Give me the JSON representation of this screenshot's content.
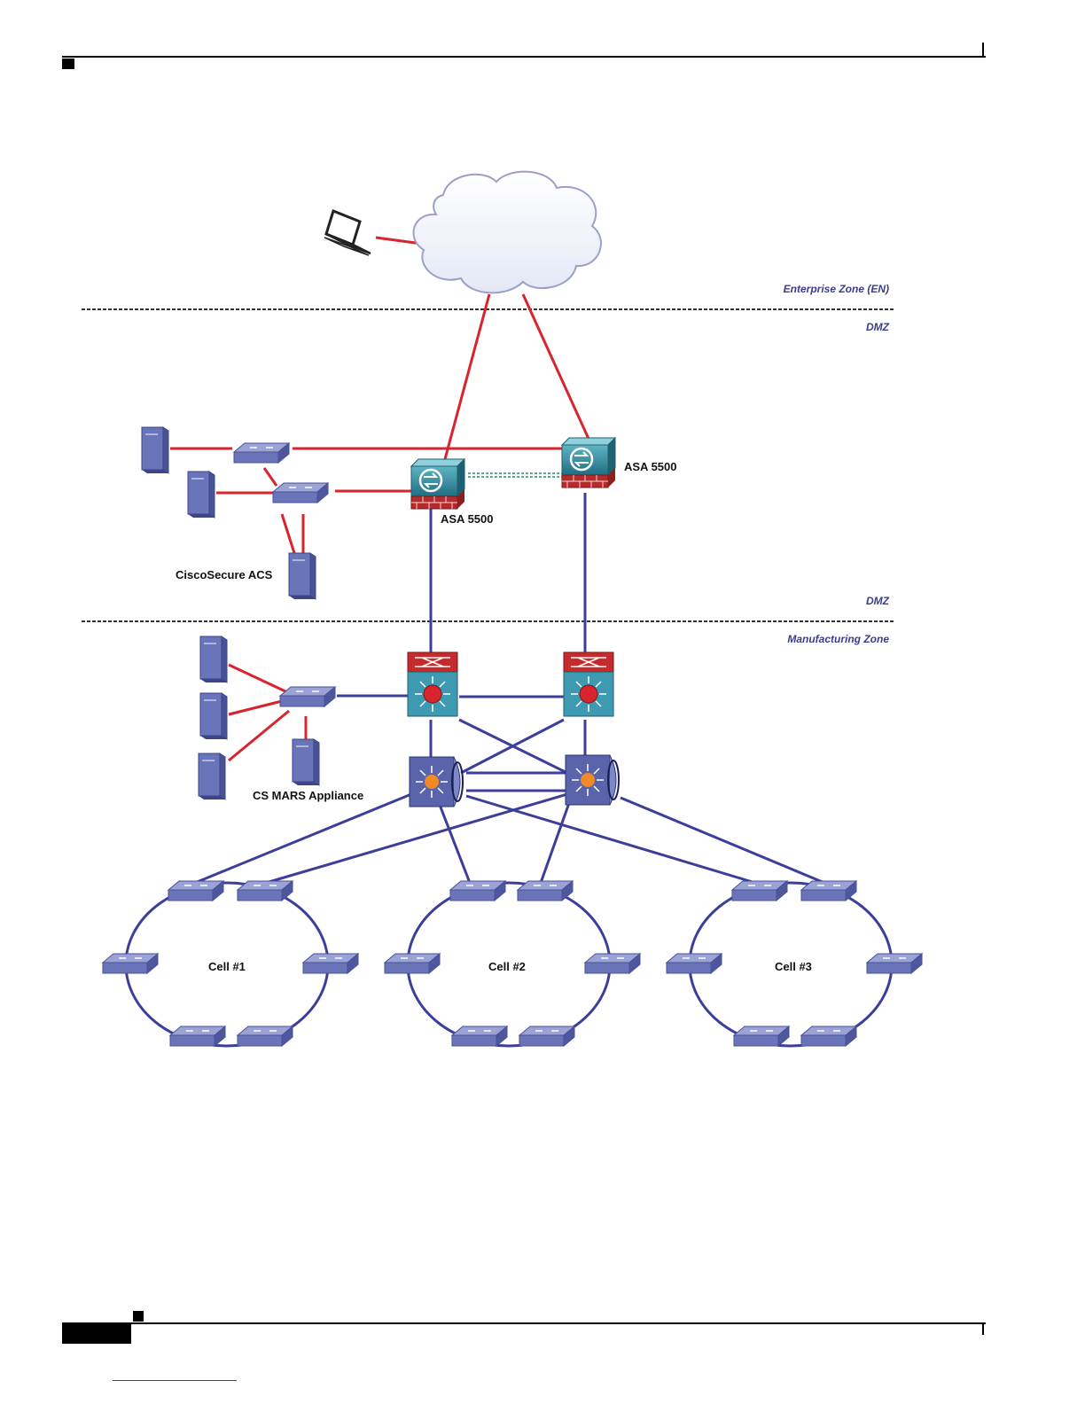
{
  "zones": {
    "enterprise": "Enterprise Zone (EN)",
    "dmz_top": "DMZ",
    "dmz_bottom": "DMZ",
    "manufacturing": "Manufacturing Zone"
  },
  "devices": {
    "asa_left": "ASA 5500",
    "asa_right": "ASA 5500",
    "acs": "CiscoSecure ACS",
    "mars": "CS MARS Appliance"
  },
  "cells": {
    "cell1": "Cell #1",
    "cell2": "Cell #2",
    "cell3": "Cell #3"
  },
  "colors": {
    "red_link": "#d9232e",
    "blue_link": "#3b3f9a",
    "device_blue": "#6a74b8",
    "asa_teal": "#2f8a9e",
    "firewall_red": "#b52a2a"
  }
}
